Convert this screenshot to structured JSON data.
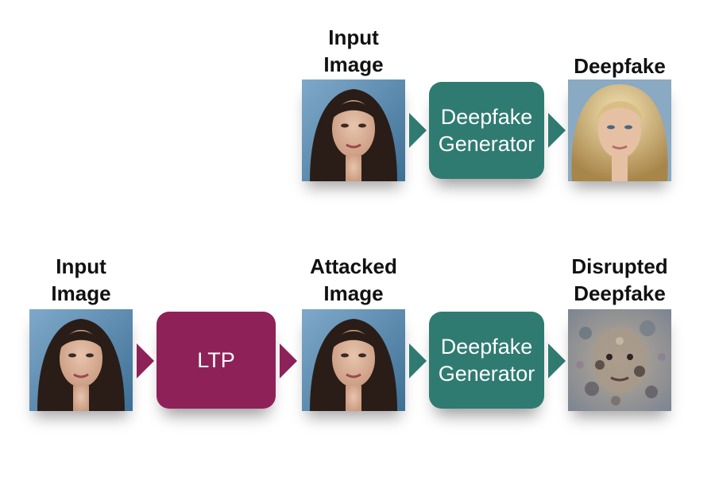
{
  "top_row": {
    "input_label": [
      "Input",
      "Image"
    ],
    "generator_label": [
      "Deepfake",
      "Generator"
    ],
    "output_label": [
      "Deepfake"
    ]
  },
  "bottom_row": {
    "input_label": [
      "Input",
      "Image"
    ],
    "attack_label": "LTP",
    "attacked_label": [
      "Attacked",
      "Image"
    ],
    "generator_label": [
      "Deepfake",
      "Generator"
    ],
    "output_label": [
      "Disrupted",
      "Deepfake"
    ]
  },
  "colors": {
    "generator": "#2f7b72",
    "attack": "#8e2258"
  }
}
